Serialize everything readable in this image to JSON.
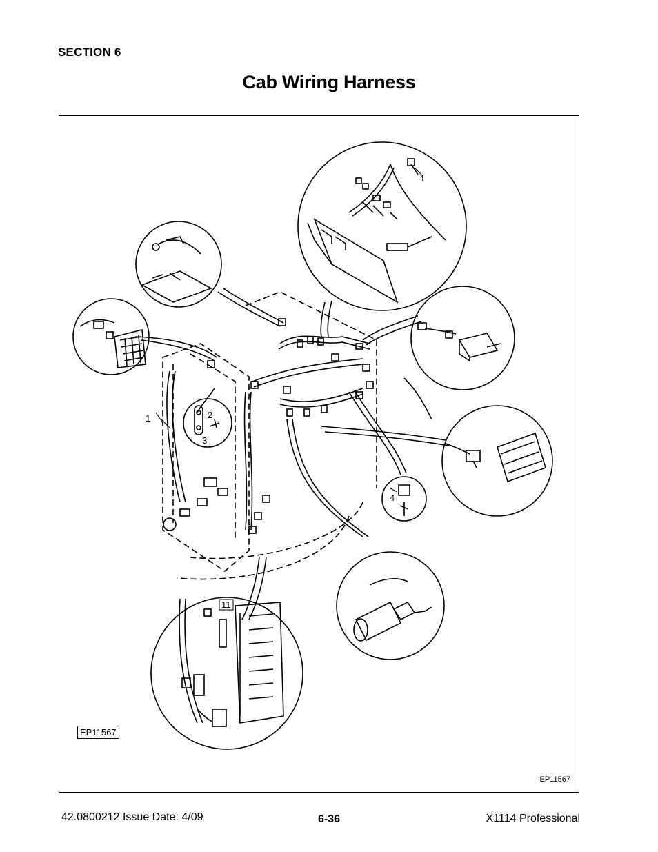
{
  "header": {
    "section": "SECTION 6",
    "title": "Cab Wiring Harness"
  },
  "figure": {
    "id_boxed": "EP11567",
    "id_corner": "EP11567",
    "callouts": {
      "c1_top": "1",
      "c1_left": "1",
      "c2": "2",
      "c3": "3",
      "c4": "4",
      "c11": "11"
    }
  },
  "footer": {
    "doc_number": "42.0800212  Issue Date: 4/09",
    "page_number": "6-36",
    "model": "X1114 Professional"
  }
}
